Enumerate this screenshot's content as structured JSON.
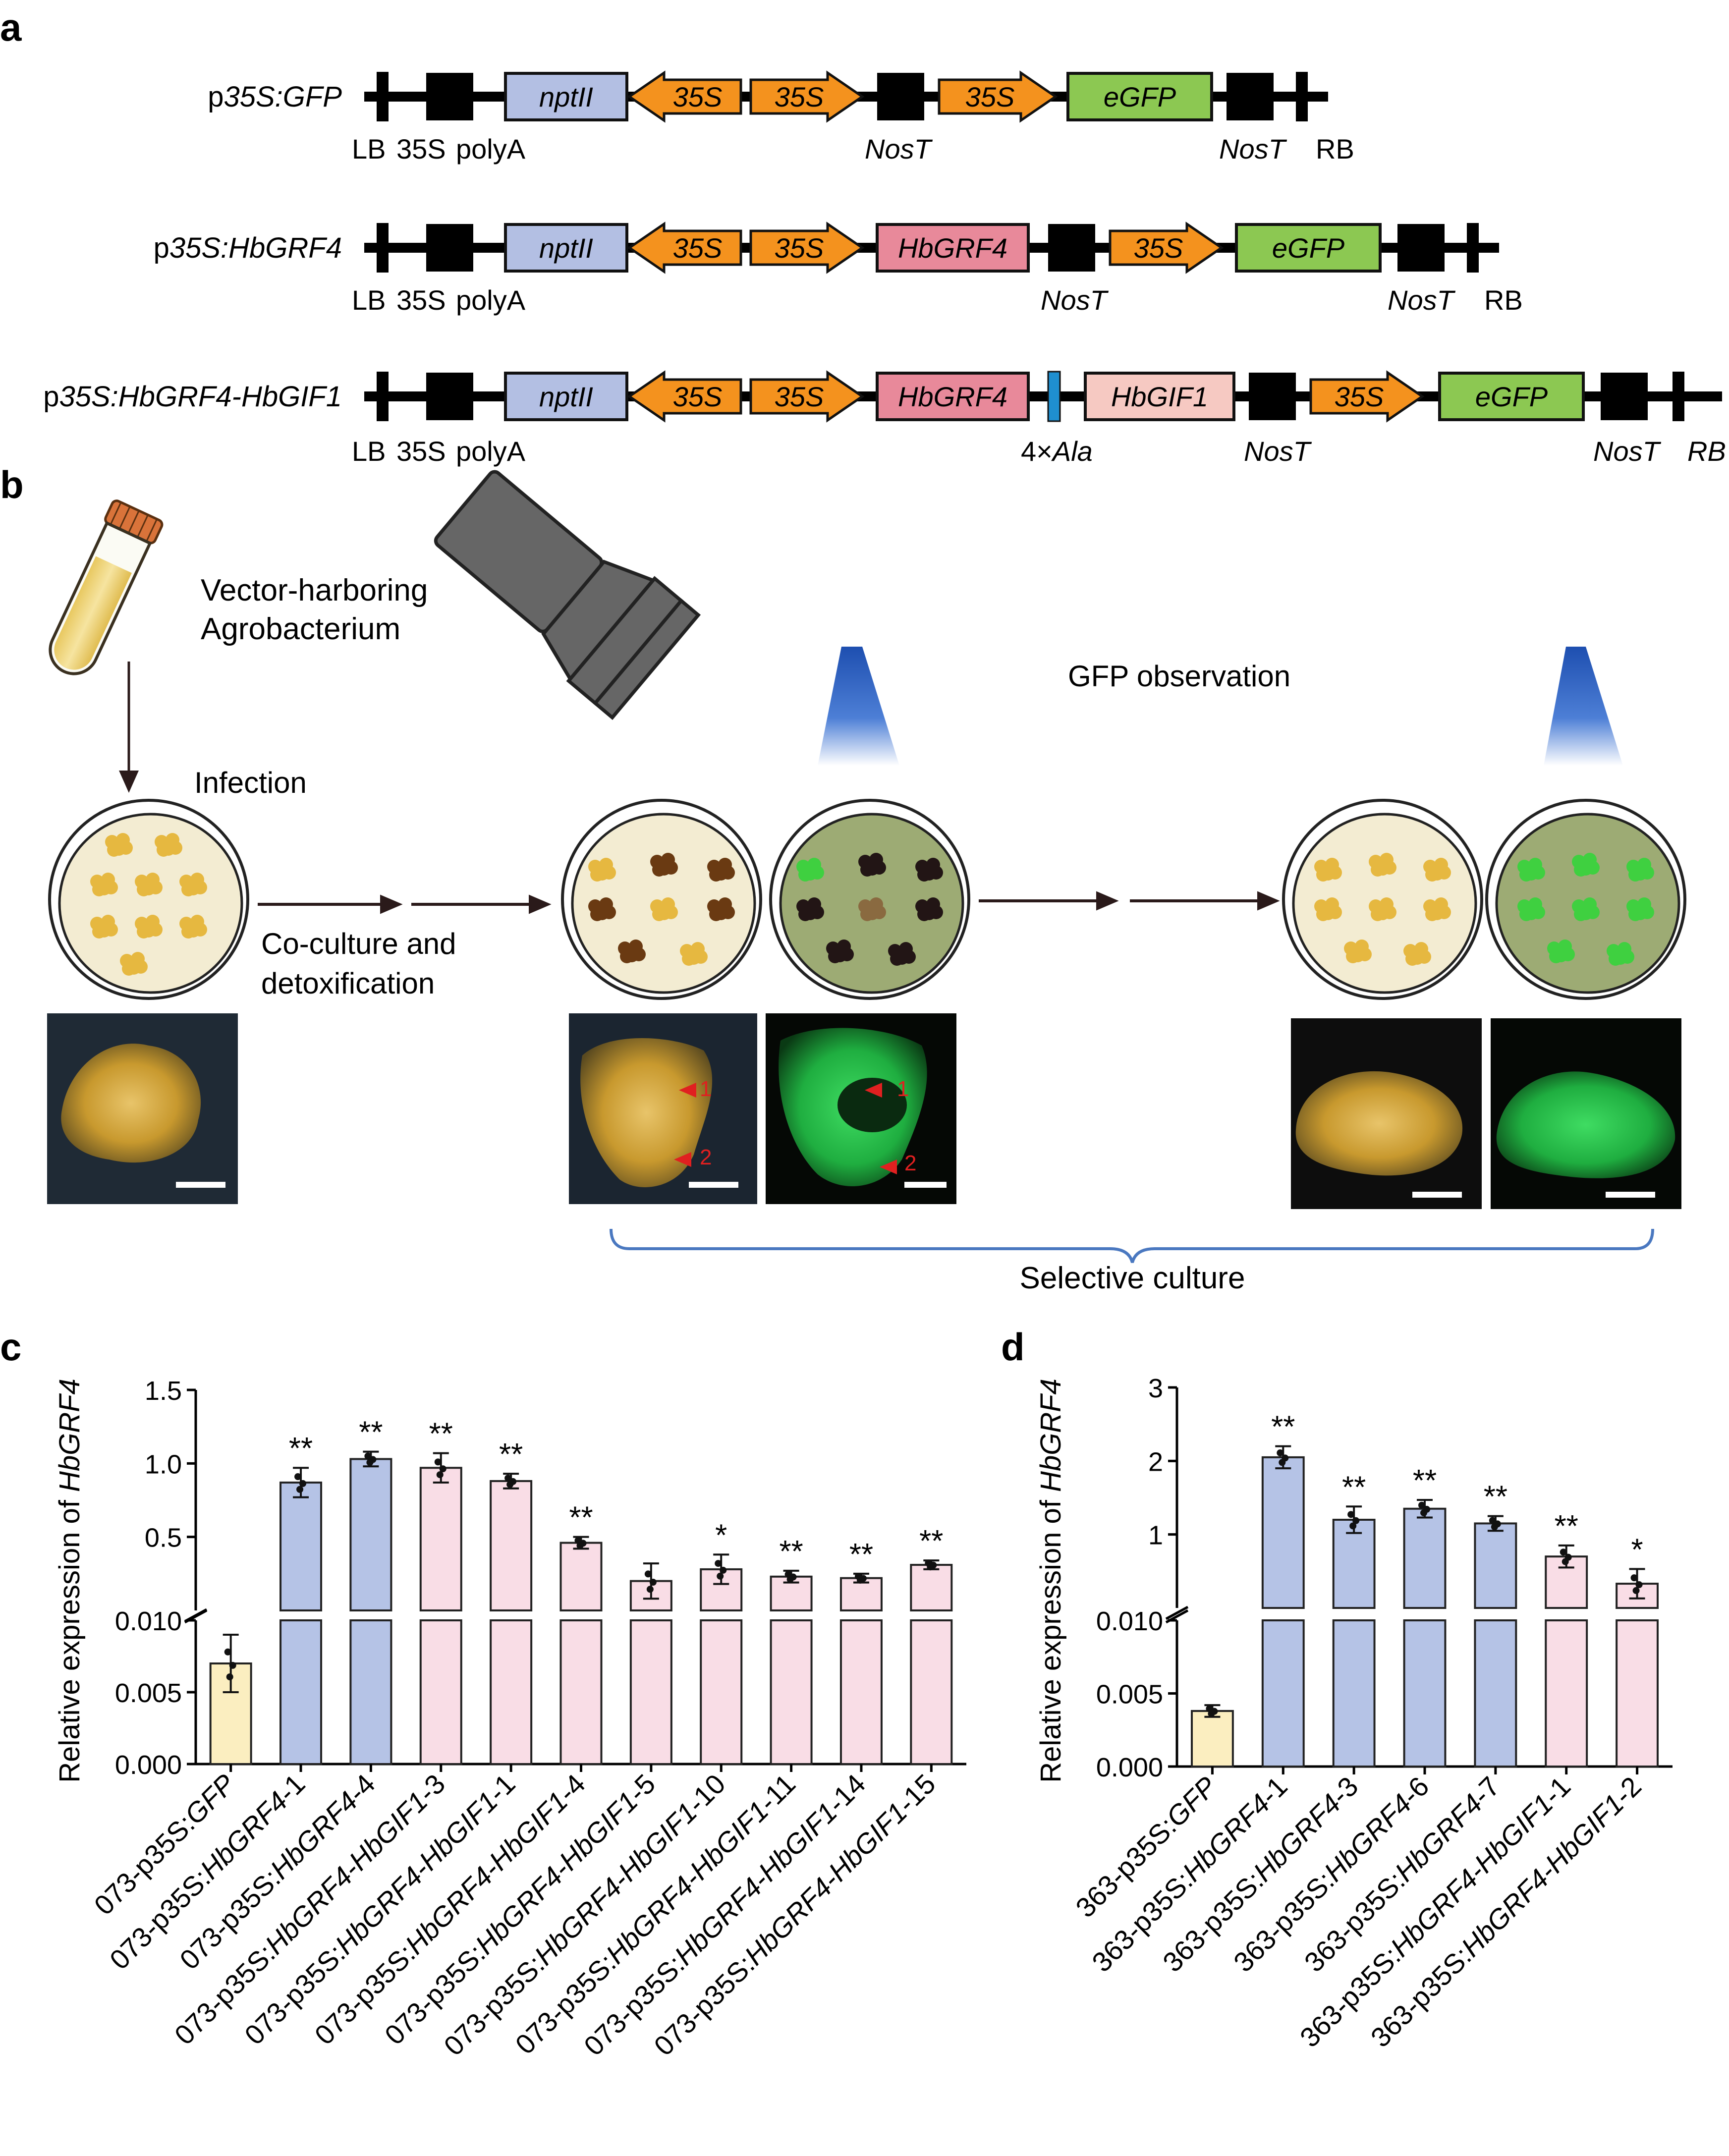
{
  "panel_a": {
    "letter": "a",
    "constructs": [
      {
        "name": "p35S:GFP",
        "name_parts": [
          {
            "t": "p",
            "i": false
          },
          {
            "t": "35S:GFP",
            "i": true
          }
        ],
        "elements": [
          {
            "type": "box",
            "label": "nptII"
          },
          {
            "type": "arrow_left",
            "label": "35S"
          },
          {
            "type": "arrow_right",
            "label": "35S"
          },
          {
            "type": "black"
          },
          {
            "type": "arrow_right",
            "label": "35S"
          },
          {
            "type": "gene",
            "label": "eGFP",
            "color": "#8cc852"
          },
          {
            "type": "black"
          }
        ],
        "bottom_labels": {
          "lb": "LB",
          "s35": "35S",
          "polya": "polyA",
          "nost1": "NosT",
          "nost2": "NosT",
          "rb": "RB",
          "ala": ""
        }
      },
      {
        "name": "p35S:HbGRF4",
        "name_parts": [
          {
            "t": "p",
            "i": false
          },
          {
            "t": "35S:HbGRF4",
            "i": true
          }
        ],
        "elements": [],
        "bottom_labels": {
          "lb": "LB",
          "s35": "35S",
          "polya": "polyA",
          "nost1": "NosT",
          "nost2": "NosT",
          "rb": "RB",
          "ala": ""
        }
      },
      {
        "name": "p35S:HbGRF4-HbGIF1",
        "name_parts": [
          {
            "t": "p",
            "i": false
          },
          {
            "t": "35S:HbGRF4-HbGIF1",
            "i": true
          }
        ],
        "elements": [],
        "bottom_labels": {
          "lb": "LB",
          "s35": "35S",
          "polya": "polyA",
          "nost1": "NosT",
          "nost2": "NosT",
          "rb": "RB",
          "ala": "4×Ala"
        }
      }
    ],
    "box_labels": {
      "nptii": "nptII",
      "s35": "35S",
      "egfp": "eGFP",
      "hbgrf4": "HbGRF4",
      "hbgif1": "HbGIF1"
    },
    "colors": {
      "nptii": "#b3bfe3",
      "s35": "#f4921e",
      "egfp": "#8cc852",
      "hbgrf4": "#e8899a",
      "hbgif1": "#f6c9c2",
      "linker": "#1f8fcf"
    }
  },
  "panel_b": {
    "letter": "b",
    "tube_label_1": "Vector-harboring",
    "tube_label_2": "Agrobacterium",
    "infection": "Infection",
    "coculture_1": "Co-culture and",
    "coculture_2": "detoxification",
    "gfp_observation": "GFP observation",
    "selective_culture": "Selective culture",
    "marker_1": "1",
    "marker_2": "2"
  },
  "panel_c": {
    "letter": "c",
    "ylabel_prefix": "Relative expression of ",
    "ylabel_gene": "HbGRF4",
    "chart_data": {
      "type": "bar",
      "categories": [
        "073-p35S:GFP",
        "073-p35S:HbGRF4-1",
        "073-p35S:HbGRF4-4",
        "073-p35S:HbGRF4-HbGIF1-3",
        "073-p35S:HbGRF4-HbGIF1-1",
        "073-p35S:HbGRF4-HbGIF1-4",
        "073-p35S:HbGRF4-HbGIF1-5",
        "073-p35S:HbGRF4-HbGIF1-10",
        "073-p35S:HbGRF4-HbGIF1-11",
        "073-p35S:HbGRF4-HbGIF1-14",
        "073-p35S:HbGRF4-HbGIF1-15"
      ],
      "values": [
        0.007,
        0.87,
        1.03,
        0.97,
        0.88,
        0.46,
        0.2,
        0.28,
        0.23,
        0.22,
        0.31
      ],
      "errors": [
        0.002,
        0.1,
        0.05,
        0.1,
        0.05,
        0.04,
        0.12,
        0.1,
        0.04,
        0.03,
        0.03
      ],
      "significance": [
        "",
        "**",
        "**",
        "**",
        "**",
        "**",
        "",
        "*",
        "**",
        "**",
        "**"
      ],
      "bar_colors": [
        "#fbeec0",
        "#b5c3e6",
        "#b5c3e6",
        "#f9dde6",
        "#f9dde6",
        "#f9dde6",
        "#f9dde6",
        "#f9dde6",
        "#f9dde6",
        "#f9dde6",
        "#f9dde6"
      ],
      "y_axis_break": true,
      "lower_segment": {
        "ylim": [
          0,
          0.01
        ],
        "ticks": [
          "0.000",
          "0.005",
          "0.010"
        ]
      },
      "upper_segment": {
        "ylim": [
          0,
          1.5
        ],
        "ticks": [
          "0.5",
          "1.0",
          "1.5"
        ]
      },
      "xlabel": "",
      "ylabel": "Relative expression of HbGRF4"
    }
  },
  "panel_d": {
    "letter": "d",
    "ylabel_prefix": "Relative expression of ",
    "ylabel_gene": "HbGRF4",
    "chart_data": {
      "type": "bar",
      "categories": [
        "363-p35S:GFP",
        "363-p35S:HbGRF4-1",
        "363-p35S:HbGRF4-3",
        "363-p35S:HbGRF4-6",
        "363-p35S:HbGRF4-7",
        "363-p35S:HbGRF4-HbGIF1-1",
        "363-p35S:HbGRF4-HbGIF1-2"
      ],
      "values": [
        0.0038,
        2.05,
        1.2,
        1.35,
        1.15,
        0.7,
        0.33
      ],
      "errors": [
        0.0004,
        0.15,
        0.18,
        0.12,
        0.1,
        0.15,
        0.2
      ],
      "significance": [
        "",
        "**",
        "**",
        "**",
        "**",
        "**",
        "*"
      ],
      "bar_colors": [
        "#fbeec0",
        "#b5c3e6",
        "#b5c3e6",
        "#b5c3e6",
        "#b5c3e6",
        "#f9dde6",
        "#f9dde6"
      ],
      "y_axis_break": true,
      "lower_segment": {
        "ylim": [
          0,
          0.01
        ],
        "ticks": [
          "0.000",
          "0.005",
          "0.010"
        ]
      },
      "upper_segment": {
        "ylim": [
          0,
          3
        ],
        "ticks": [
          "1",
          "2",
          "3"
        ]
      },
      "xlabel": "",
      "ylabel": "Relative expression of HbGRF4"
    }
  }
}
